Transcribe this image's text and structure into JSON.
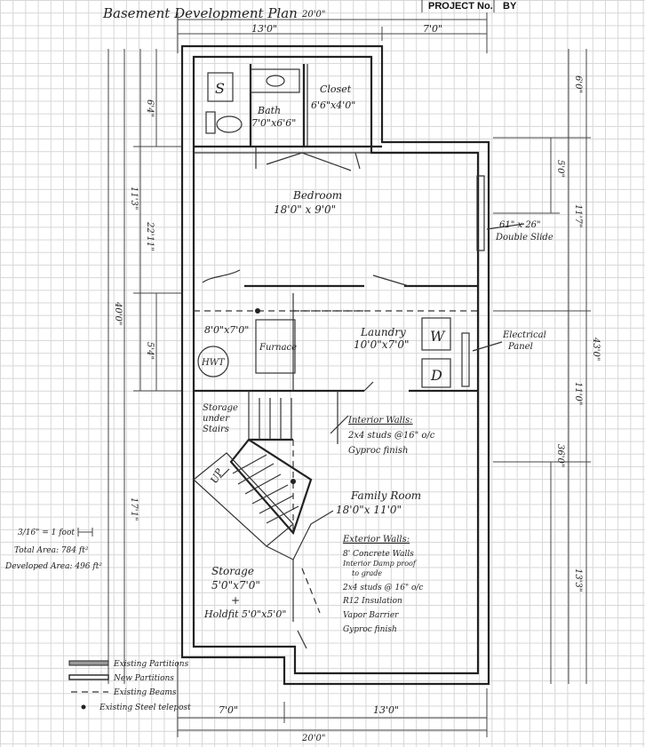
{
  "header": {
    "title": "Basement Development Plan",
    "project_label": "PROJECT No.",
    "by_label": "BY"
  },
  "dims": {
    "top_total": "20'0\"",
    "top_left": "13'0\"",
    "top_right": "7'0\"",
    "bottom_left": "7'0\"",
    "bottom_right": "13'0\"",
    "bottom_total": "20'0\"",
    "left_1": "6'4\"",
    "left_2": "11'3\"",
    "left_3": "22'11\"",
    "left_4": "5'4\"",
    "left_5": "40'0\"",
    "left_6": "17'1\"",
    "right_1": "6'0\"",
    "right_2": "5'0\"",
    "right_3": "11'7\"",
    "right_4": "43'0\"",
    "right_5": "11'0\"",
    "right_6": "36'0\"",
    "right_7": "13'3\""
  },
  "rooms": {
    "bath_name": "Bath",
    "bath_size": "7'0\"x6'6\"",
    "closet_name": "Closet",
    "closet_size": "6'6\"x4'0\"",
    "bedroom_name": "Bedroom",
    "bedroom_size": "18'0\" x 9'0\"",
    "furnace_size": "8'0\"x7'0\"",
    "furnace_name": "Furnace",
    "hwt": "HWT",
    "laundry_name": "Laundry",
    "laundry_size": "10'0\"x7'0\"",
    "washer": "W",
    "dryer": "D",
    "storage_under_stairs": [
      "Storage",
      "under",
      "Stairs"
    ],
    "stairs_up": "UP",
    "family_name": "Family Room",
    "family_size": "18'0\"x 11'0\"",
    "storage_name": "Storage",
    "storage_size": "5'0\"x7'0\"",
    "plus": "+",
    "holdfit": "Holdfit 5'0\"x5'0\""
  },
  "labels": {
    "window": "61\" x 26\"",
    "window_type": "Double Slide",
    "electrical": [
      "Electrical",
      "Panel"
    ],
    "tub": "S"
  },
  "notes": {
    "interior_title": "Interior Walls:",
    "interior_lines": [
      "2x4 studs @16\" o/c",
      "Gyproc finish"
    ],
    "exterior_title": "Exterior Walls:",
    "exterior_lines": [
      "8' Concrete Walls",
      "Interior Damp proof",
      "to grade",
      "2x4 studs @ 16\" o/c",
      "R12 Insulation",
      "Vapor Barrier",
      "Gyproc finish"
    ]
  },
  "scale_info": {
    "scale": "3/16\" = 1 foot",
    "total_area": "Total Area: 784 ft²",
    "developed_area": "Developed Area: 496 ft²"
  },
  "legend": {
    "items": [
      "Existing Partitions",
      "New Partitions",
      "Existing Beams",
      "Existing Steel telepost"
    ]
  }
}
